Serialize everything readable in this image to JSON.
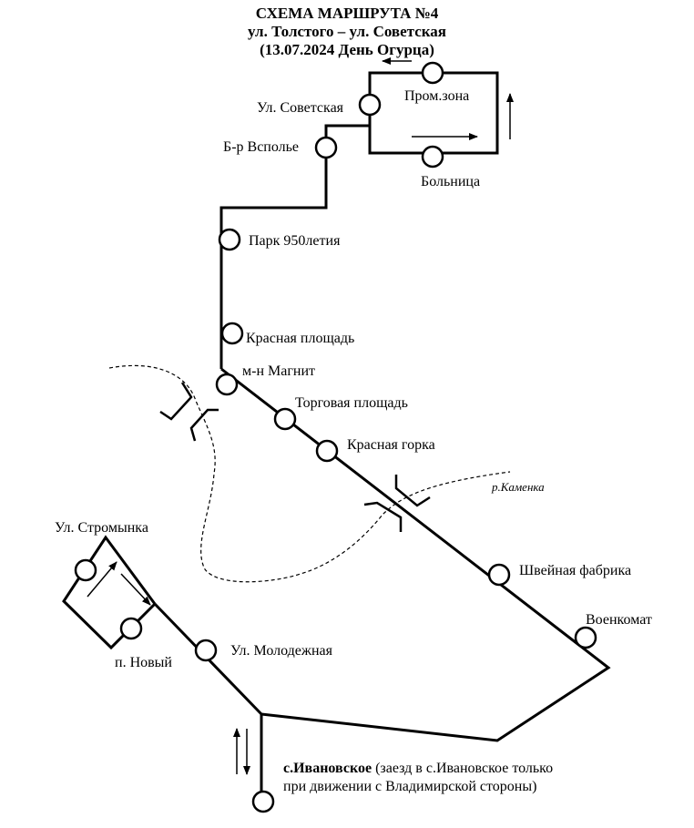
{
  "header": {
    "title": "СХЕМА МАРШРУТА №4",
    "route": "ул. Толстого – ул. Советская",
    "date_note": "(13.07.2024 День Огурца)"
  },
  "stops": {
    "promzona": "Пром.зона",
    "sovetskaya": "Ул. Советская",
    "bolnitsa": "Больница",
    "vspolye": "Б-р Всполье",
    "park950": "Парк 950летия",
    "krasnaya_ploshchad": "Красная площадь",
    "magnit": "м-н Магнит",
    "torgovaya": "Торговая площадь",
    "krasnaya_gorka": "Красная горка",
    "shveinaya": "Швейная фабрика",
    "voenkomat": "Военкомат",
    "stromynka": "Ул. Стромынка",
    "novy": "п. Новый",
    "molodezhnaya": "Ул. Молодежная"
  },
  "river": {
    "name": "р.Каменка"
  },
  "terminal": {
    "name": "с.Ивановское",
    "note_line1": "(заезд в с.Ивановское только",
    "note_line2": "при движении с Владимирской стороны)"
  },
  "colors": {
    "line": "#000000",
    "background": "#ffffff"
  }
}
